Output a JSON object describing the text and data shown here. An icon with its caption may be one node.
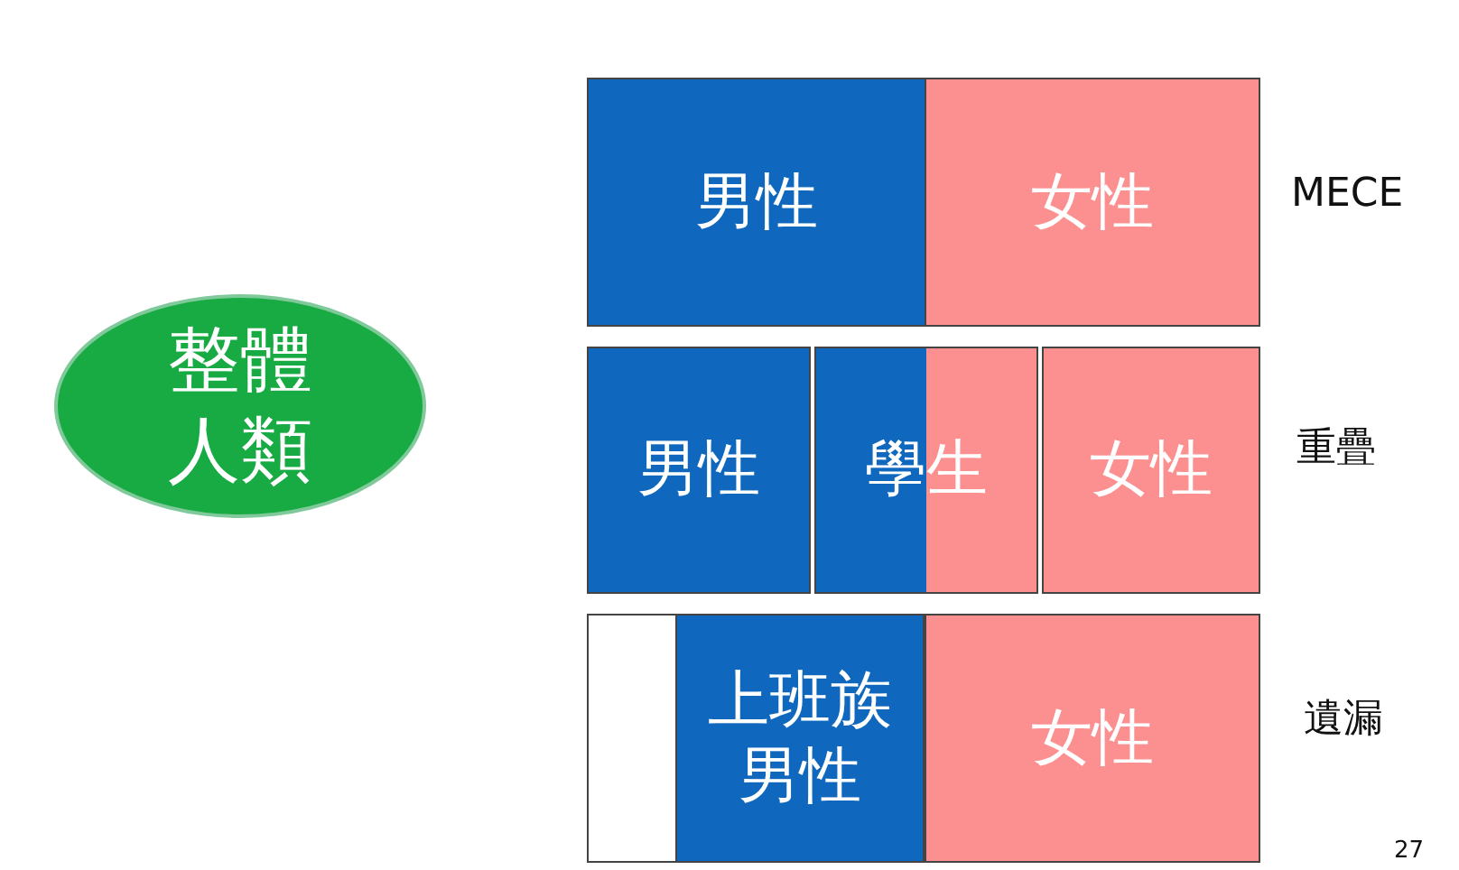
{
  "diagram": {
    "nodes": [
      {
        "text": [
          "整體人類"
        ]
      },
      {
        "text": [
          "男性"
        ]
      },
      {
        "text": [
          "女性"
        ]
      },
      {
        "text": [
          "男性"
        ]
      },
      {
        "text": [
          "學生"
        ]
      },
      {
        "text": [
          "女性"
        ]
      },
      {
        "text": [],
        "shape": "box"
      },
      {
        "text": [
          "上班族男性"
        ]
      },
      {
        "text": [
          "女性"
        ]
      }
    ],
    "labels": [
      "MECE",
      "重疊",
      "遺漏",
      "27"
    ]
  }
}
